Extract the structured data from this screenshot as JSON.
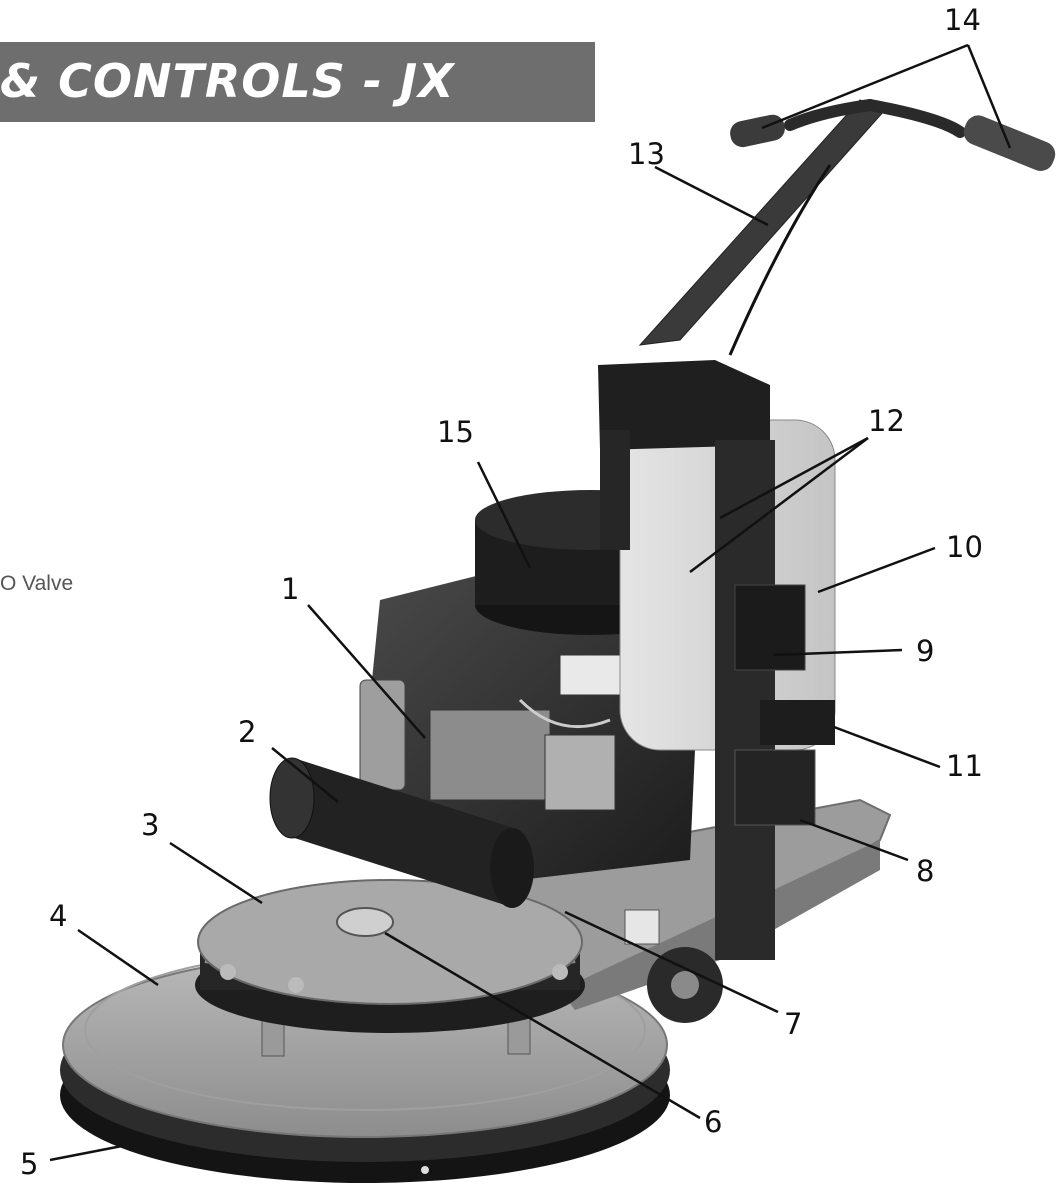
{
  "header": {
    "title": "& CONTROLS - JX",
    "bar_color": "#6e6e6e",
    "text_color": "#ffffff"
  },
  "side_text": "O Valve",
  "callouts": [
    "1",
    "2",
    "3",
    "4",
    "5",
    "6",
    "7",
    "8",
    "9",
    "10",
    "11",
    "12",
    "13",
    "14",
    "15"
  ]
}
